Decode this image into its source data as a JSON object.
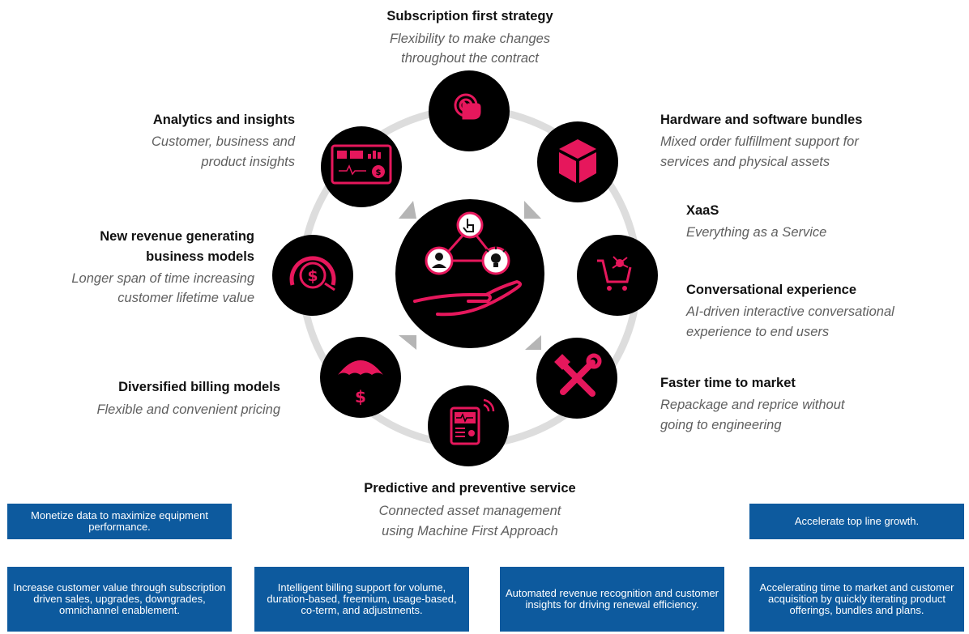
{
  "colors": {
    "accent": "#e6175c",
    "circle": "#000000",
    "ring": "#dddddd",
    "box": "#0d5a9e",
    "chevron": "#b5b5b5"
  },
  "center": {
    "icons": [
      "touch-icon",
      "user-icon",
      "lightbulb-icon",
      "hand-icon"
    ]
  },
  "nodes": [
    {
      "icon": "touch-icon",
      "title": "Subscription first strategy",
      "desc": [
        "Flexibility to make changes",
        "throughout the contract"
      ]
    },
    {
      "icon": "box-icon",
      "title": "Hardware and software bundles",
      "desc": [
        "Mixed order fulfillment support for",
        "services and physical assets"
      ]
    },
    {
      "icon": "cart-icon",
      "title": "XaaS",
      "desc": [
        "Everything as a Service"
      ]
    },
    {
      "icon": "cart-icon",
      "title": "Conversational experience",
      "desc": [
        "AI-driven interactive conversational",
        "experience to end users"
      ]
    },
    {
      "icon": "tools-icon",
      "title": "Faster time to market",
      "desc": [
        "Repackage and reprice without",
        "going to engineering"
      ]
    },
    {
      "icon": "device-icon",
      "title": "Predictive and preventive service",
      "desc": [
        "Connected asset management",
        "using Machine First Approach"
      ]
    },
    {
      "icon": "umbrella-icon",
      "title": "Diversified billing models",
      "desc": [
        "Flexible and convenient pricing"
      ]
    },
    {
      "icon": "dollar-gauge-icon",
      "title": [
        "New revenue generating",
        "business models"
      ],
      "desc": [
        "Longer span of time increasing",
        "customer lifetime value"
      ]
    },
    {
      "icon": "dashboard-icon",
      "title": "Analytics and insights",
      "desc": [
        "Customer, business and",
        "product insights"
      ]
    }
  ],
  "boxes": {
    "monetize": "Monetize data to maximize equipment performance.",
    "accelerate_top": "Accelerate top line growth.",
    "increase": "Increase customer value through subscription driven sales, upgrades, downgrades, omnichannel enablement.",
    "billing": "Intelligent billing support for volume, duration-based, freemium, usage-based, co-term, and adjustments.",
    "revenue": "Automated revenue recognition and customer insights for driving renewal efficiency.",
    "accelerating": "Accelerating time to market and customer acquisition by quickly iterating product offerings, bundles and plans."
  }
}
